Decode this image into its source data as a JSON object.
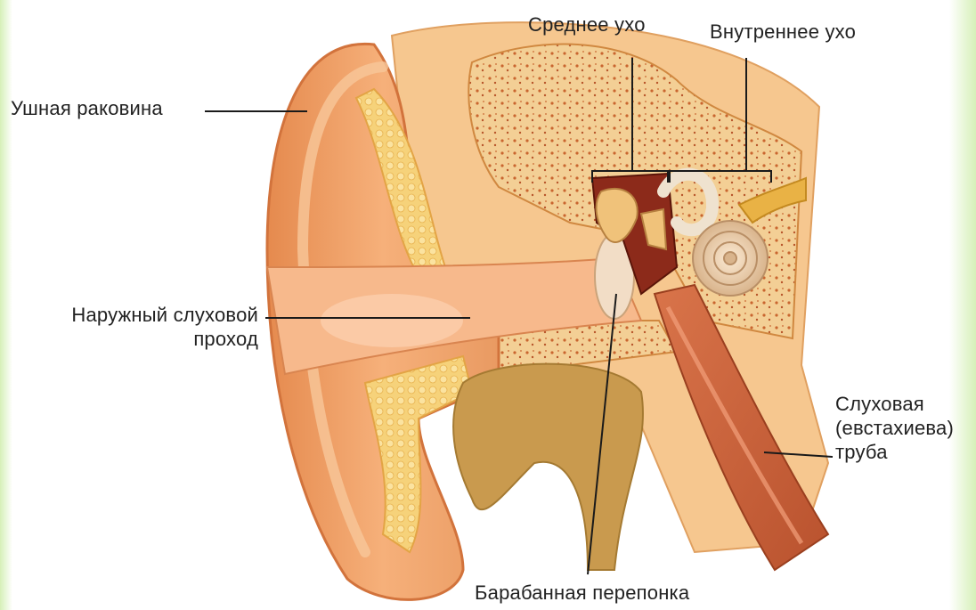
{
  "labels": {
    "auricle": "Ушная раковина",
    "middle_ear": "Среднее ухо",
    "inner_ear": "Внутреннее ухо",
    "ear_canal_line1": "Наружный слуховой",
    "ear_canal_line2": "проход",
    "eustachian_line1": "Слуховая",
    "eustachian_line2": "(евстахиева)",
    "eustachian_line3": "труба",
    "eardrum": "Барабанная перепонка"
  },
  "colors": {
    "skin": "#f2a46a",
    "skin_dark": "#d9783e",
    "bone": "#f0c98a",
    "fat": "#f7d46a",
    "canal": "#f5b890",
    "gland": "#c99a4e",
    "tube": "#c9623a",
    "leader": "#1a1a1a"
  }
}
